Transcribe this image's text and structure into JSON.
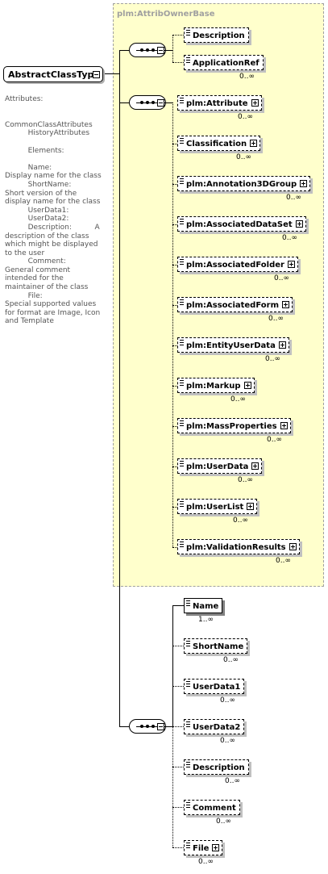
{
  "diagram": {
    "extension_base": "plm:AttribOwnerBase",
    "root": "AbstractClassType",
    "documentation": "Attributes:\n\n          CommonClassAttributes\n          HistoryAttributes\n\n          Elements:\n\n          Name:\nDisplay name for the class\n          ShortName:            Short version of the display name for the class\n          UserData1:\n          UserData2:\n          Description:          A description of the class which might be displayed to the user\n          Comment:\nGeneral comment intended for the maintainer of the class\n          File:                 Special supported values for format are Image, Icon and Template",
    "base_group1": [
      {
        "label": "Description",
        "cardinality": "",
        "expandable": false,
        "required": false
      },
      {
        "label": "ApplicationRef",
        "cardinality": "0..∞",
        "expandable": false,
        "required": false
      }
    ],
    "base_group2": [
      {
        "label": "plm:Attribute",
        "cardinality": "0..∞",
        "expandable": true,
        "required": false
      },
      {
        "label": "Classification",
        "cardinality": "0..∞",
        "expandable": true,
        "required": false
      },
      {
        "label": "plm:Annotation3DGroup",
        "cardinality": "0..∞",
        "expandable": true,
        "required": false
      },
      {
        "label": "plm:AssociatedDataSet",
        "cardinality": "0..∞",
        "expandable": true,
        "required": false
      },
      {
        "label": "plm:AssociatedFolder",
        "cardinality": "0..∞",
        "expandable": true,
        "required": false
      },
      {
        "label": "plm:AssociatedForm",
        "cardinality": "0..∞",
        "expandable": true,
        "required": false
      },
      {
        "label": "plm:EntityUserData",
        "cardinality": "0..∞",
        "expandable": true,
        "required": false
      },
      {
        "label": "plm:Markup",
        "cardinality": "0..∞",
        "expandable": true,
        "required": false
      },
      {
        "label": "plm:MassProperties",
        "cardinality": "0..∞",
        "expandable": true,
        "required": false
      },
      {
        "label": "plm:UserData",
        "cardinality": "0..∞",
        "expandable": true,
        "required": false
      },
      {
        "label": "plm:UserList",
        "cardinality": "0..∞",
        "expandable": true,
        "required": false
      },
      {
        "label": "plm:ValidationResults",
        "cardinality": "0..∞",
        "expandable": true,
        "required": false
      }
    ],
    "own_group": [
      {
        "label": "Name",
        "cardinality": "1..∞",
        "expandable": false,
        "required": true
      },
      {
        "label": "ShortName",
        "cardinality": "0..∞",
        "expandable": false,
        "required": false
      },
      {
        "label": "UserData1",
        "cardinality": "0..∞",
        "expandable": false,
        "required": false
      },
      {
        "label": "UserData2",
        "cardinality": "0..∞",
        "expandable": false,
        "required": false
      },
      {
        "label": "Description",
        "cardinality": "0..∞",
        "expandable": false,
        "required": false
      },
      {
        "label": "Comment",
        "cardinality": "0..∞",
        "expandable": false,
        "required": false
      },
      {
        "label": "File",
        "cardinality": "0..∞",
        "expandable": true,
        "required": false
      }
    ]
  }
}
